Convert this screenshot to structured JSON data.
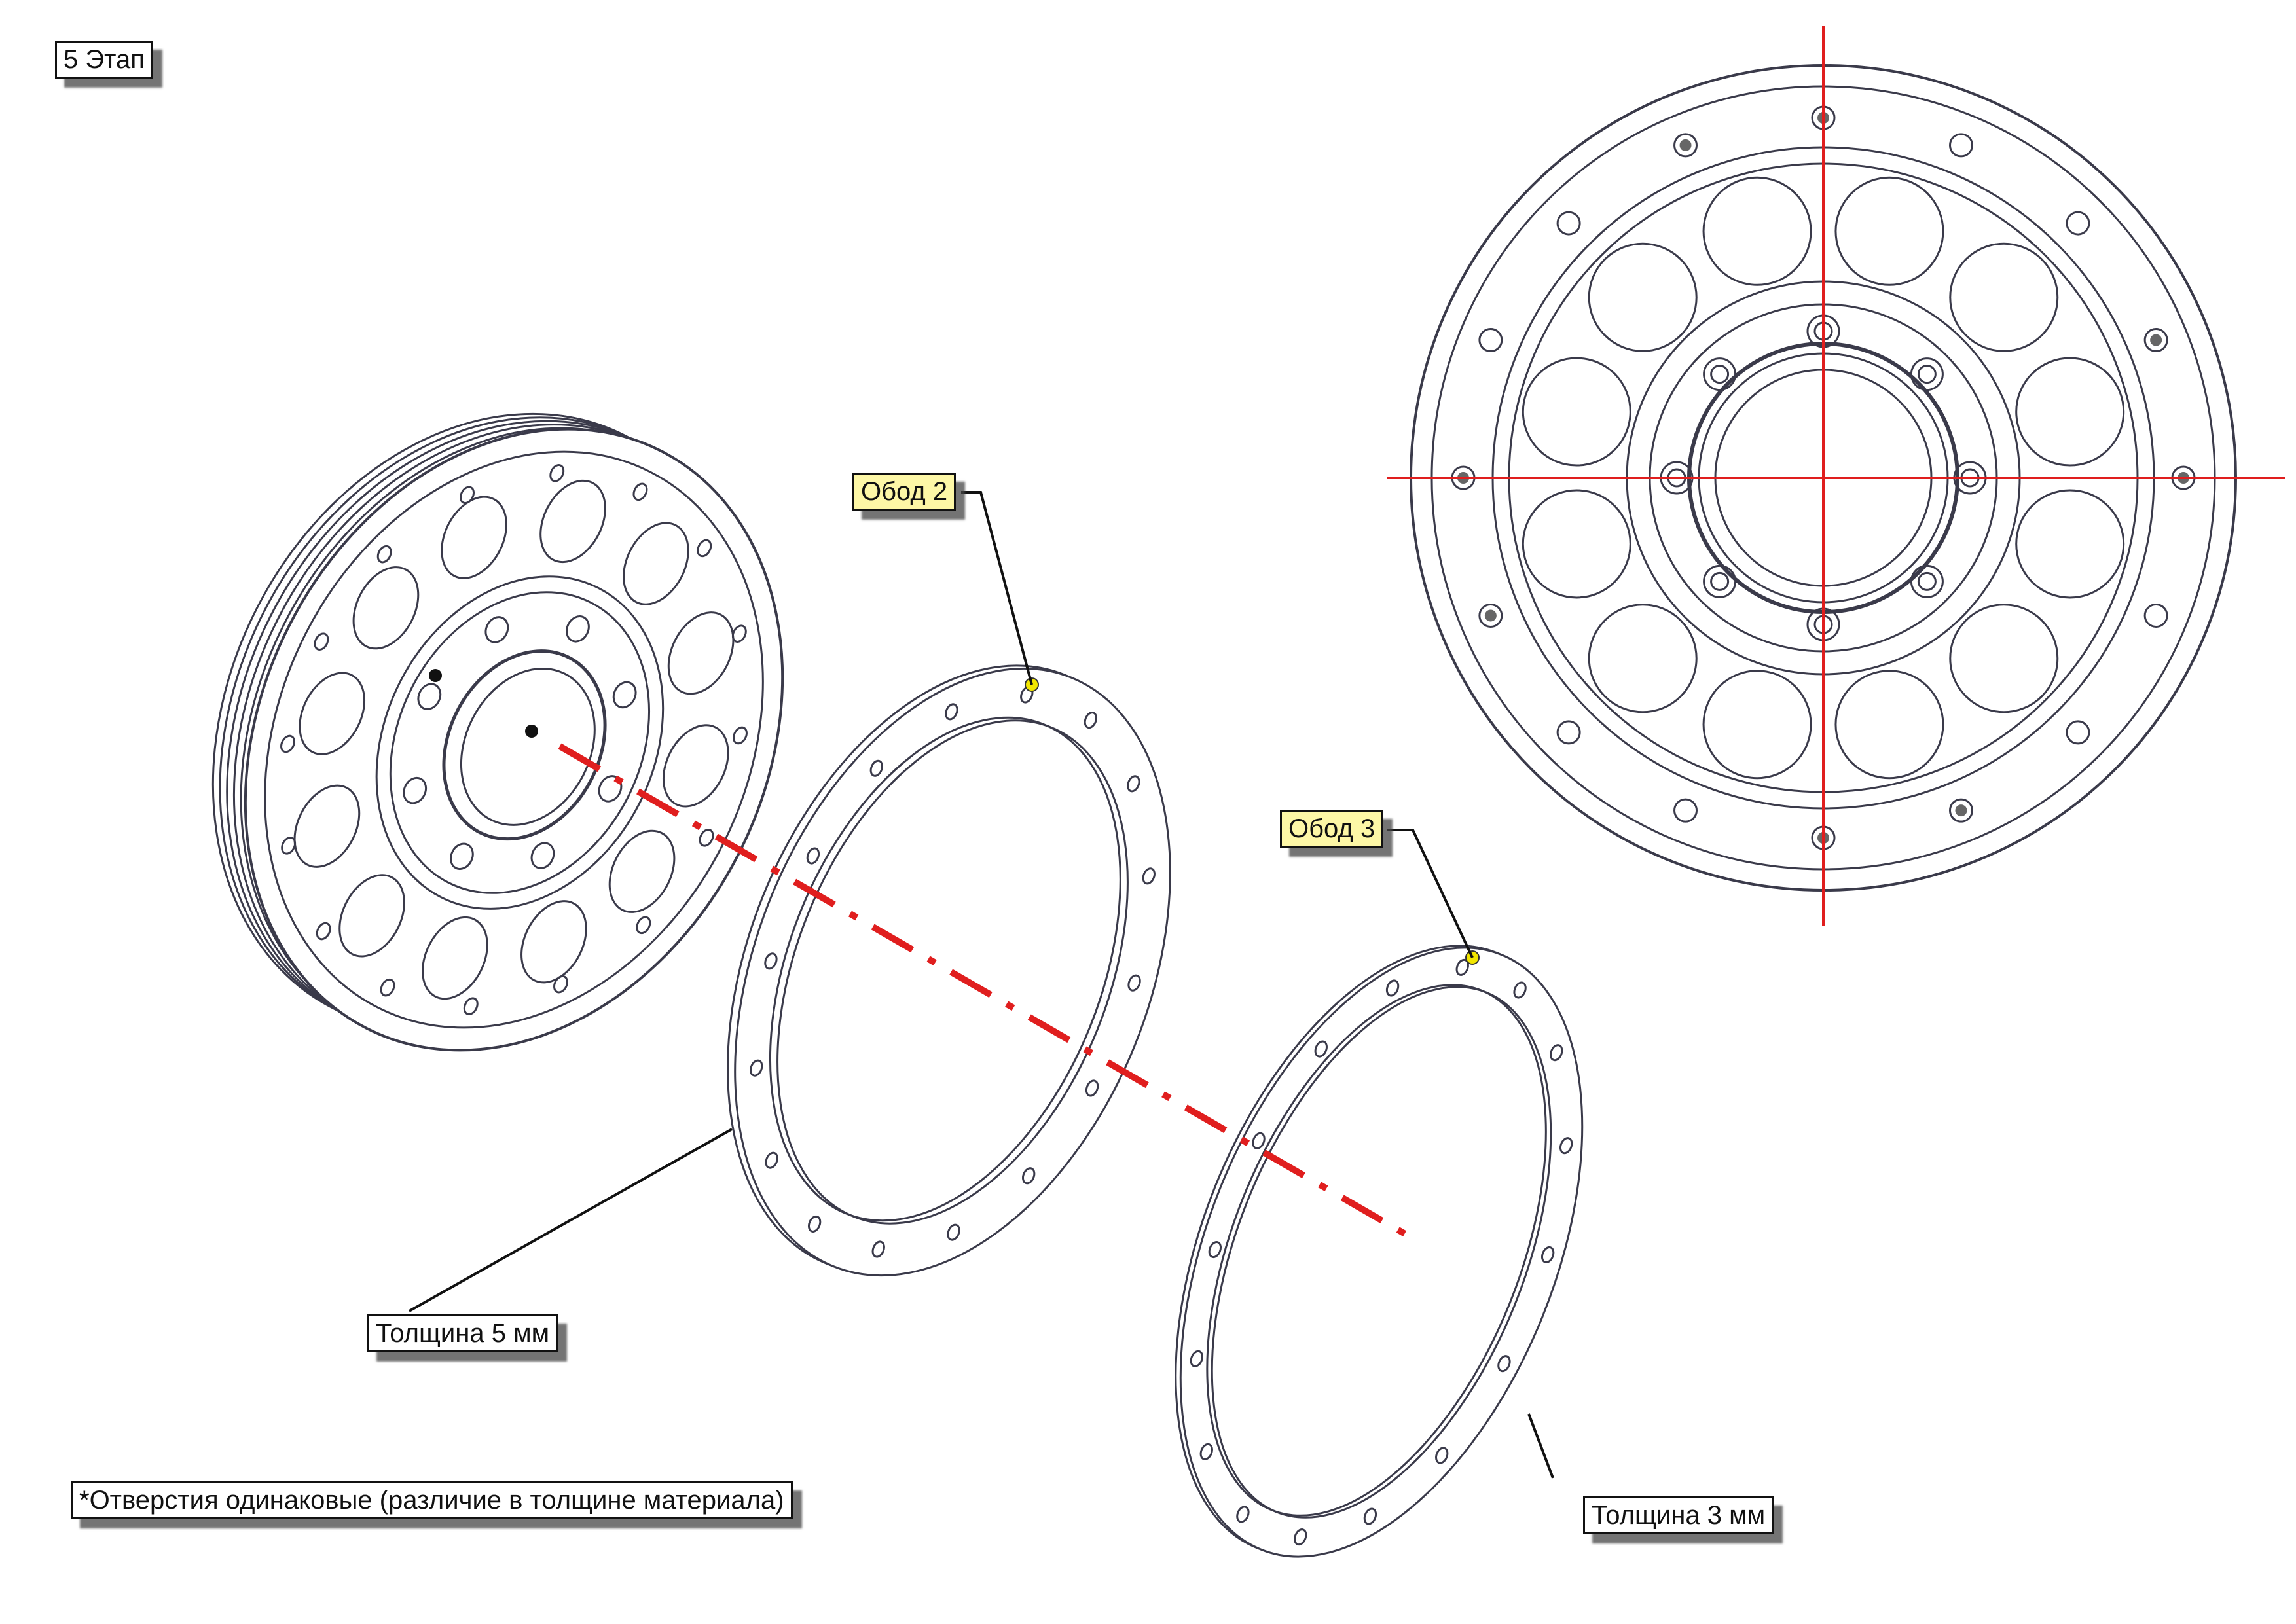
{
  "labels": {
    "stage": "5 Этап",
    "rim2": "Обод 2",
    "rim3": "Обод 3",
    "thickness5": "Толщина 5 мм",
    "thickness3": "Толщина 3 мм",
    "note": "*Отверстия одинаковые (различие в толщине материала)"
  },
  "colors": {
    "line": "#3a3a4a",
    "axis": "#e01e1e",
    "marker": "#f2e600",
    "label_bg": "#ffffff",
    "label_highlight": "#fdf7a6"
  }
}
